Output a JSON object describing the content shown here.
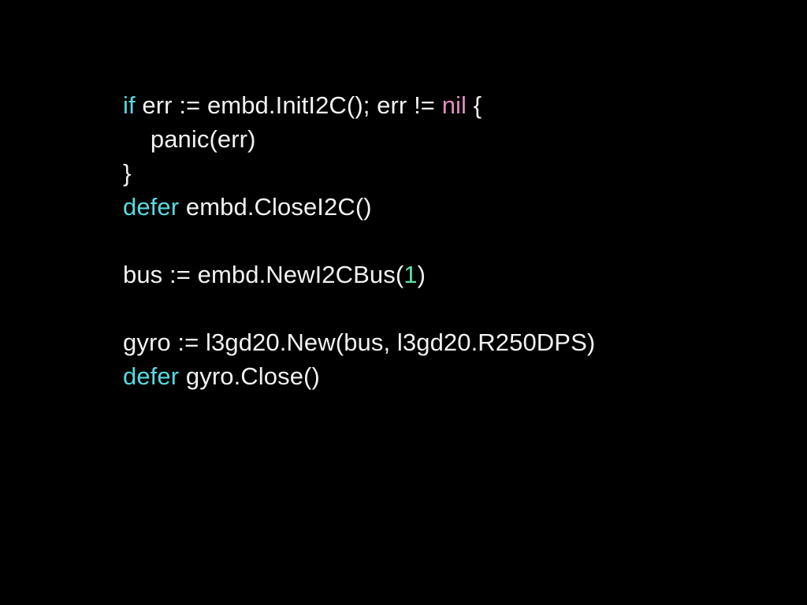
{
  "slide": {
    "background_color": "#000000",
    "language": "go"
  },
  "theme": {
    "plain_color": "#f2f2f2",
    "keyword_color": "#5ad8e0",
    "nil_color": "#e08fc0",
    "number_color": "#5fe0a8"
  },
  "code": {
    "lines": [
      {
        "id": "line-1",
        "tokens": [
          {
            "text": "if",
            "kind": "keyword"
          },
          {
            "text": " err := embd.InitI2C(); err != ",
            "kind": "plain"
          },
          {
            "text": "nil",
            "kind": "nil"
          },
          {
            "text": " {",
            "kind": "plain"
          }
        ],
        "plain_text": "if err := embd.InitI2C(); err != nil {"
      },
      {
        "id": "line-2",
        "tokens": [
          {
            "text": "    panic(err)",
            "kind": "plain"
          }
        ],
        "plain_text": "    panic(err)"
      },
      {
        "id": "line-3",
        "tokens": [
          {
            "text": "}",
            "kind": "plain"
          }
        ],
        "plain_text": "}"
      },
      {
        "id": "line-4",
        "tokens": [
          {
            "text": "defer",
            "kind": "keyword"
          },
          {
            "text": " embd.CloseI2C()",
            "kind": "plain"
          }
        ],
        "plain_text": "defer embd.CloseI2C()"
      },
      {
        "id": "line-5",
        "tokens": [],
        "plain_text": ""
      },
      {
        "id": "line-6",
        "tokens": [
          {
            "text": "bus := embd.NewI2CBus(",
            "kind": "plain"
          },
          {
            "text": "1",
            "kind": "number"
          },
          {
            "text": ")",
            "kind": "plain"
          }
        ],
        "plain_text": "bus := embd.NewI2CBus(1)"
      },
      {
        "id": "line-7",
        "tokens": [],
        "plain_text": ""
      },
      {
        "id": "line-8",
        "tokens": [
          {
            "text": "gyro := l3gd20.New(bus, l3gd20.R250DPS)",
            "kind": "plain"
          }
        ],
        "plain_text": "gyro := l3gd20.New(bus, l3gd20.R250DPS)"
      },
      {
        "id": "line-9",
        "tokens": [
          {
            "text": "defer",
            "kind": "keyword"
          },
          {
            "text": " gyro.Close()",
            "kind": "plain"
          }
        ],
        "plain_text": "defer gyro.Close()"
      }
    ]
  }
}
